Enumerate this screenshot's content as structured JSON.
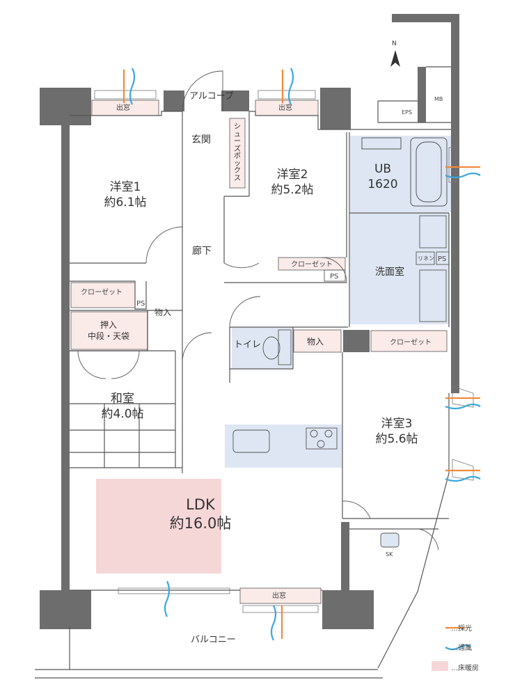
{
  "rooms": {
    "yoshitsu1": {
      "name": "洋室1",
      "area": "約6.1帖"
    },
    "yoshitsu2": {
      "name": "洋室2",
      "area": "約5.2帖"
    },
    "yoshitsu3": {
      "name": "洋室3",
      "area": "約5.6帖"
    },
    "washitsu": {
      "name": "和室",
      "area": "約4.0帖"
    },
    "ldk": {
      "name": "LDK",
      "area": "約16.0帖"
    },
    "ub": {
      "name": "UB",
      "size": "1620"
    },
    "senmen": {
      "name": "洗面室"
    }
  },
  "labels": {
    "alcove": "アルコーブ",
    "genkan": "玄関",
    "shoes_box": "シューズボックス",
    "rouka": "廊下",
    "toilet": "トイレ",
    "closet": "クローゼット",
    "monoire": "物入",
    "oshiire_line1": "押入",
    "oshiire_line2": "中段・天袋",
    "demado": "出窓",
    "ps": "PS",
    "linen": "リネン",
    "eps": "EPS",
    "mb": "MB",
    "sk": "SK",
    "balcony": "バルコニー",
    "north": "N"
  },
  "legend": {
    "saiko": "…採光",
    "tsufu": "…通風",
    "yukadanbo": "…床暖房"
  },
  "colors": {
    "wall": "#6d6d6d",
    "line": "#555555",
    "wet_area": "#dde6f2",
    "floor_heating": "#f6d7d8",
    "window_box": "#faeae8",
    "light_arrow": "#ef8a3c",
    "wind_arrow": "#3ba7d9"
  }
}
